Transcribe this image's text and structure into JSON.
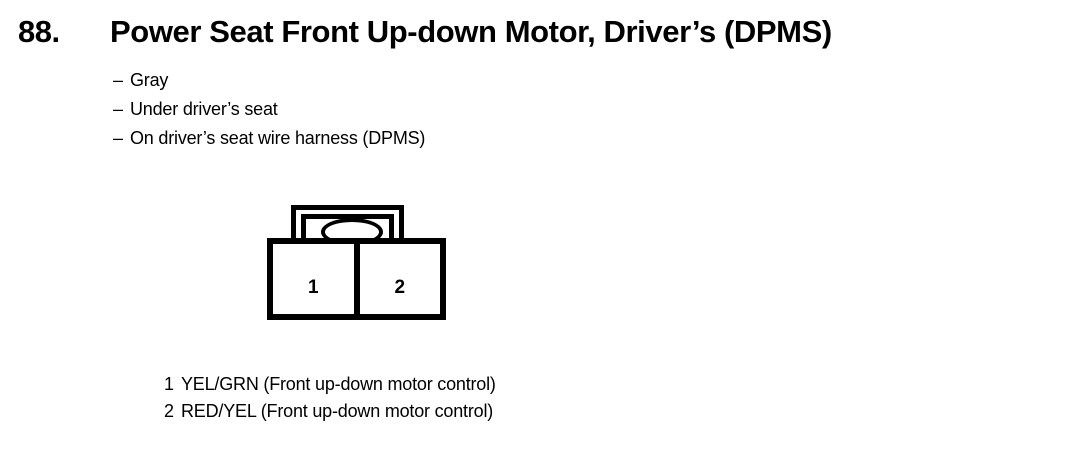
{
  "page": {
    "background_color": "#ffffff",
    "ink_color": "#000000"
  },
  "header": {
    "number": "88.",
    "title": "Power Seat Front Up-down Motor, Driver’s (DPMS)"
  },
  "specs": {
    "dash": "–",
    "items": [
      {
        "text": "Gray"
      },
      {
        "text": "Under driver’s seat"
      },
      {
        "text": "On driver’s seat wire harness (DPMS)"
      }
    ]
  },
  "connector": {
    "type": "2-cavity-connector-face-view",
    "color": "Gray",
    "cavity_count": 2,
    "cavities": [
      {
        "number": "1"
      },
      {
        "number": "2"
      }
    ]
  },
  "pin_legend": {
    "rows": [
      {
        "number": "1",
        "text": "YEL/GRN (Front up-down motor control)"
      },
      {
        "number": "2",
        "text": "RED/YEL (Front up-down motor control)"
      }
    ]
  }
}
